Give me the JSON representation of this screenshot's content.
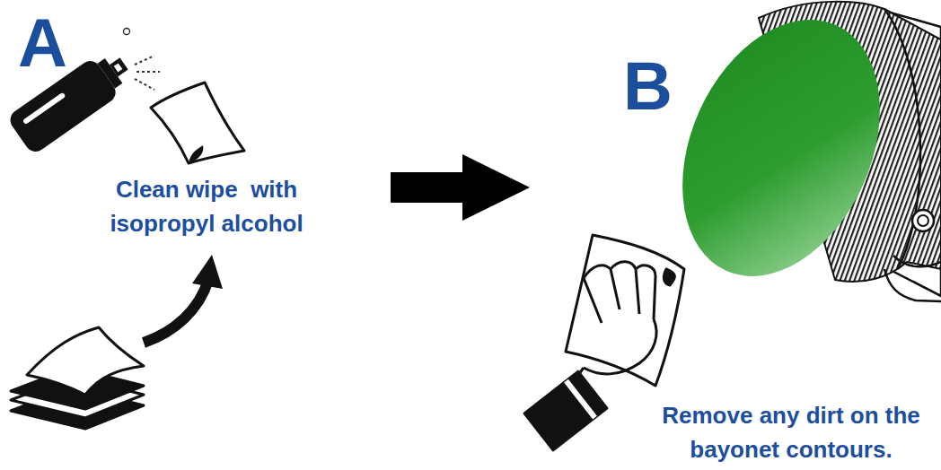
{
  "diagram": {
    "labels": [
      "A",
      "Clean wipe  with isopropyl alcohol",
      "B",
      "Remove any dirt on the bayonet contours."
    ]
  }
}
